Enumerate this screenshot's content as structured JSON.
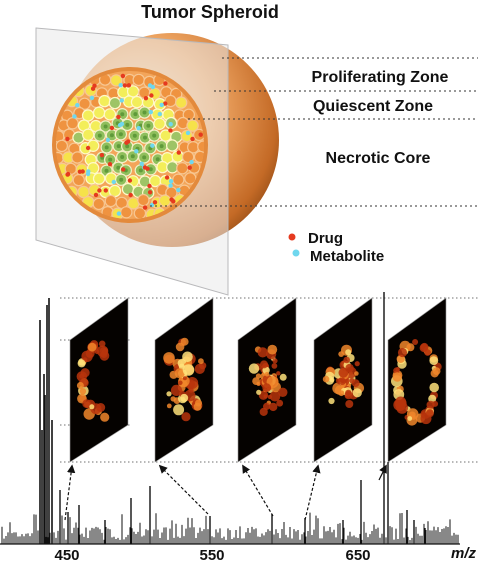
{
  "figure": {
    "title": "Tumor Spheroid",
    "zones": [
      "Proliferating Zone",
      "Quiescent Zone",
      "Necrotic Core"
    ],
    "legend": [
      {
        "label": "Drug",
        "color": "#e53a1f"
      },
      {
        "label": "Metabolite",
        "color": "#6fd7ee"
      }
    ],
    "spectrum": {
      "axis_label": "m/z",
      "ticks": [
        "450",
        "550",
        "650"
      ],
      "highlighted_peaks": 5
    },
    "ion_images": [
      "ion-image-1",
      "ion-image-2",
      "ion-image-3",
      "ion-image-4",
      "ion-image-5"
    ]
  }
}
